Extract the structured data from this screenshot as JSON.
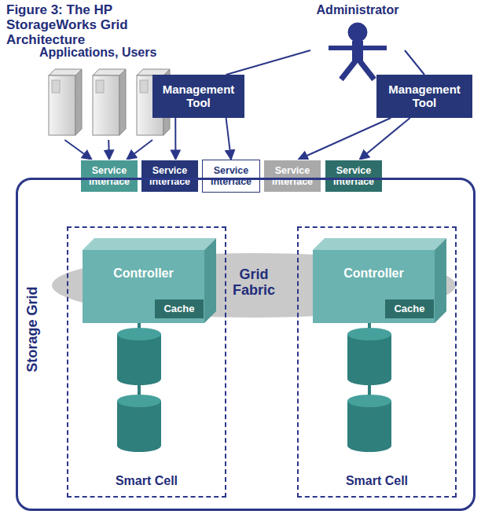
{
  "diagram": {
    "title": "Figure 3: The HP StorageWorks Grid Architecture",
    "nodes": [
      {
        "text": [
          "Administrator"
        ]
      },
      {
        "text": [
          "Applications, Users"
        ]
      },
      {
        "text": [
          "Management Tool"
        ]
      },
      {
        "text": [
          "Management Tool"
        ]
      },
      {
        "text": [
          "Service Interface"
        ]
      },
      {
        "text": [
          "Service Interface"
        ]
      },
      {
        "text": [
          "Service Interface"
        ]
      },
      {
        "text": [
          "Service Interface"
        ]
      },
      {
        "text": [
          "Service Interface"
        ]
      },
      {
        "text": [
          "Storage Grid"
        ]
      },
      {
        "text": [
          "Grid Fabric"
        ],
        "in": 9
      },
      {
        "text": [
          "Smart Cell"
        ],
        "in": 9
      },
      {
        "text": [
          "Controller"
        ],
        "in": 11
      },
      {
        "text": [
          "Cache"
        ],
        "in": 12
      },
      {
        "text": [
          "Smart Cell"
        ],
        "in": 9
      },
      {
        "text": [
          "Controller"
        ],
        "in": 14
      },
      {
        "text": [
          "Cache"
        ],
        "in": 15
      }
    ],
    "edges": [
      {
        "from": 1,
        "to": 4,
        "arrow": "to"
      },
      {
        "from": 1,
        "to": 4,
        "arrow": "to"
      },
      {
        "from": 1,
        "to": 4,
        "arrow": "to"
      },
      {
        "from": 0,
        "to": 2,
        "arrow": "none"
      },
      {
        "from": 0,
        "to": 3,
        "arrow": "none"
      },
      {
        "from": 2,
        "to": 5,
        "arrow": "to"
      },
      {
        "from": 2,
        "to": 6,
        "arrow": "to"
      },
      {
        "from": 3,
        "to": 7,
        "arrow": "to"
      },
      {
        "from": 3,
        "to": 8,
        "arrow": "to"
      }
    ]
  }
}
